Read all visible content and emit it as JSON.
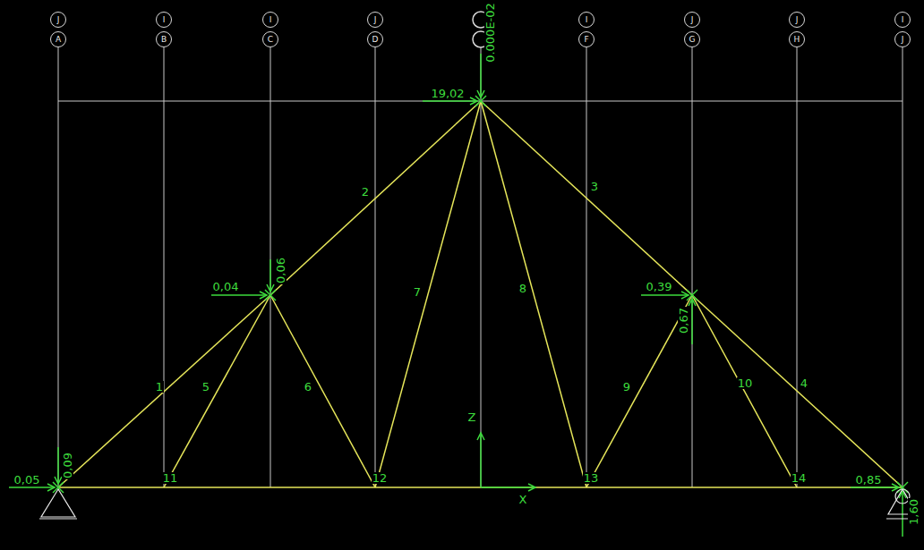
{
  "diagram": {
    "nodes": [
      {
        "text": [
          "J"
        ]
      },
      {
        "text": [
          "A"
        ]
      },
      {
        "text": [
          "I"
        ]
      },
      {
        "text": [
          "B"
        ]
      },
      {
        "text": [
          "I"
        ]
      },
      {
        "text": [
          "C"
        ]
      },
      {
        "text": [
          "J"
        ]
      },
      {
        "text": [
          "D"
        ]
      },
      {
        "text": [
          "I"
        ]
      },
      {
        "text": [
          "F"
        ]
      },
      {
        "text": [
          "J"
        ]
      },
      {
        "text": [
          "G"
        ]
      },
      {
        "text": [
          "J"
        ]
      },
      {
        "text": [
          "H"
        ]
      },
      {
        "text": [
          "I"
        ]
      },
      {
        "text": [
          "J"
        ]
      }
    ],
    "labels": [
      "19,02",
      "0.000E-02",
      "0,04",
      "0,06",
      "0,39",
      "0,67",
      "0,05",
      "0,09",
      "0,85",
      "1,60",
      "1",
      "2",
      "3",
      "4",
      "5",
      "6",
      "7",
      "8",
      "9",
      "10",
      "11",
      "12",
      "13",
      "14",
      "Z",
      "X"
    ]
  }
}
